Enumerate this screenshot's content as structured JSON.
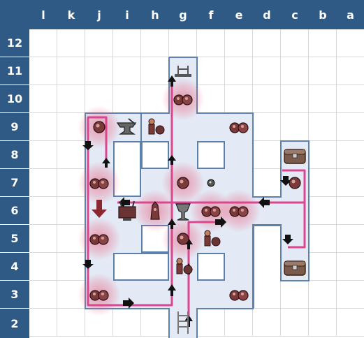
{
  "board": {
    "columns": [
      "l",
      "k",
      "j",
      "i",
      "h",
      "g",
      "f",
      "e",
      "d",
      "c",
      "b",
      "a"
    ],
    "rows": [
      "12",
      "11",
      "10",
      "9",
      "8",
      "7",
      "6",
      "5",
      "4",
      "3",
      "2"
    ]
  },
  "colors": {
    "header_bg": "#2f5a86",
    "header_text": "#ffffff",
    "floor": "#e3e9f5",
    "wall": "#5d81ad",
    "path": "#d9478e",
    "arrow": "#111111",
    "big_arrow": "#8b2730"
  },
  "pieces": [
    {
      "name": "ladder-up",
      "icon": "ladder-icon",
      "cell": "g11"
    },
    {
      "name": "crystal-pair",
      "icon": "crystal-icon",
      "cell": "g10",
      "glow": true
    },
    {
      "name": "crystal-single",
      "icon": "crystal-icon",
      "cell": "j9",
      "glow": true
    },
    {
      "name": "anvil",
      "icon": "anvil-icon",
      "cell": "i9"
    },
    {
      "name": "dwarf-pair",
      "icon": "dwarf-icon",
      "cell": "h9"
    },
    {
      "name": "crystal-pair",
      "icon": "crystal-icon",
      "cell": "e9"
    },
    {
      "name": "treasure-chest",
      "icon": "chest-icon",
      "cell": "c8"
    },
    {
      "name": "crystal-pair",
      "icon": "crystal-icon",
      "cell": "j7",
      "glow": true
    },
    {
      "name": "crystal-single",
      "icon": "crystal-icon",
      "cell": "g7",
      "glow": true
    },
    {
      "name": "crystal-small",
      "icon": "crystal-icon",
      "cell": "f7"
    },
    {
      "name": "crystal-single",
      "icon": "crystal-icon",
      "cell": "c7"
    },
    {
      "name": "drill-machine",
      "icon": "drill-icon",
      "cell": "i6"
    },
    {
      "name": "crystal-tower",
      "icon": "crystal-icon",
      "cell": "h6",
      "glow": true
    },
    {
      "name": "goblet",
      "icon": "goblet-icon",
      "cell": "g6"
    },
    {
      "name": "crystal-pair",
      "icon": "crystal-icon",
      "cell": "f6",
      "glow": true
    },
    {
      "name": "crystal-pair",
      "icon": "crystal-icon",
      "cell": "e6",
      "glow": true
    },
    {
      "name": "crystal-pair",
      "icon": "crystal-icon",
      "cell": "j5",
      "glow": true
    },
    {
      "name": "crystal-single",
      "icon": "crystal-icon",
      "cell": "g5",
      "glow": true
    },
    {
      "name": "dwarf-single",
      "icon": "dwarf-icon",
      "cell": "f5"
    },
    {
      "name": "dwarf-crystal",
      "icon": "dwarf-icon",
      "cell": "g4"
    },
    {
      "name": "treasure-chest",
      "icon": "chest-icon",
      "cell": "c4"
    },
    {
      "name": "crystal-pair",
      "icon": "crystal-icon",
      "cell": "j3",
      "glow": true
    },
    {
      "name": "crystal-pair",
      "icon": "crystal-icon",
      "cell": "e3"
    },
    {
      "name": "ladder-down",
      "icon": "ladder-icon",
      "cell": "g2"
    }
  ]
}
